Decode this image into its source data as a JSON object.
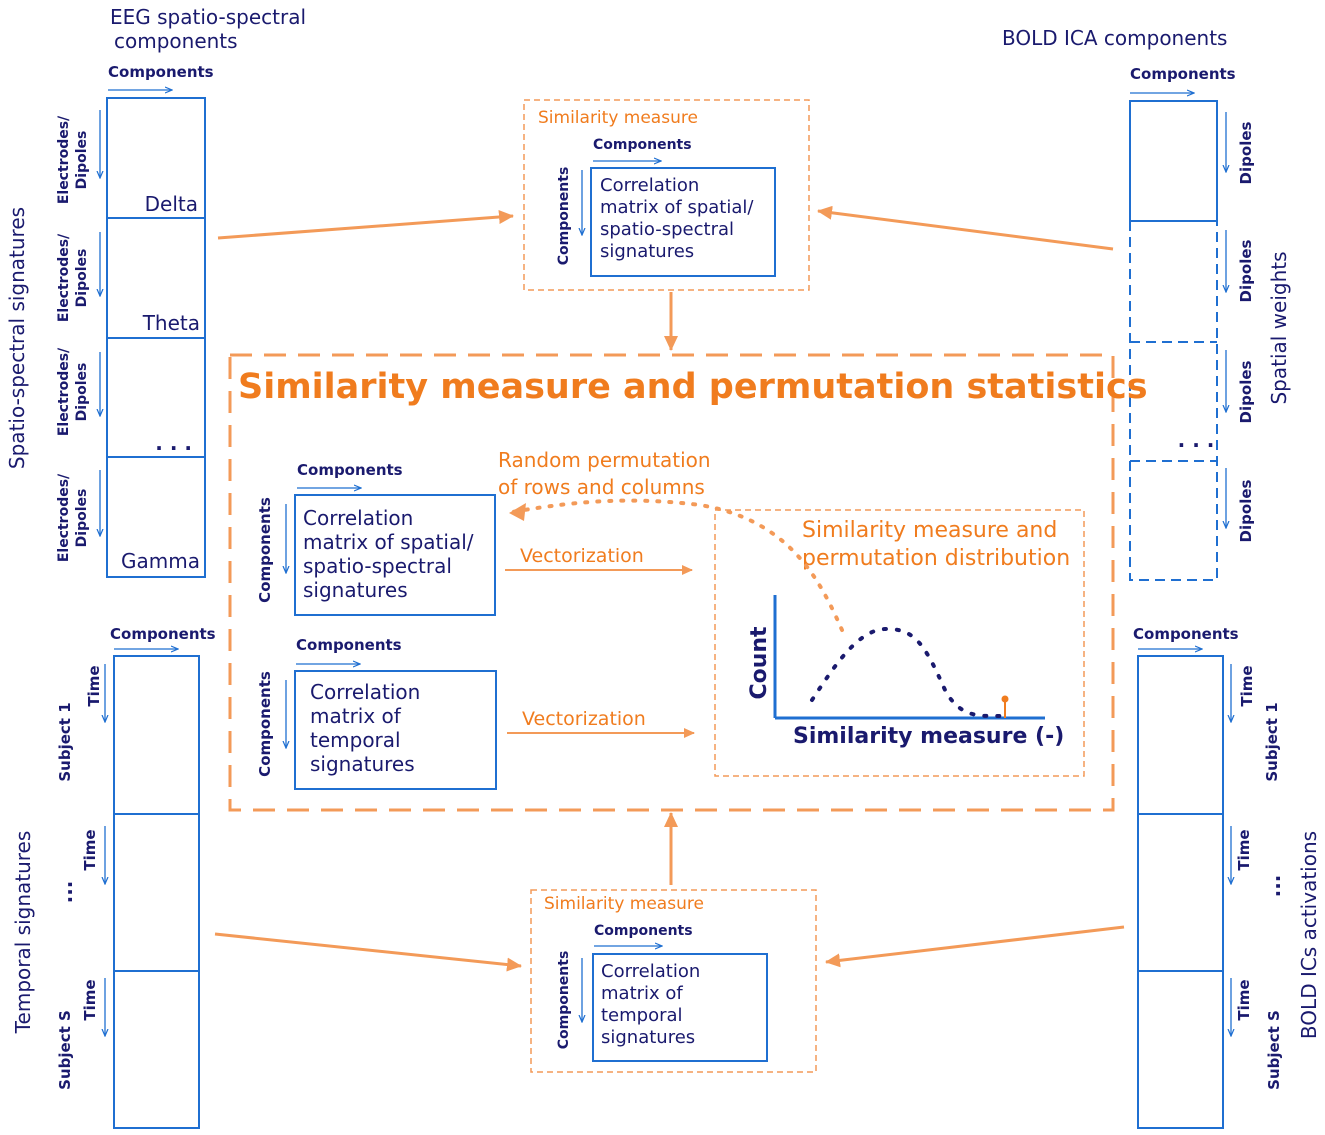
{
  "colors": {
    "navy": "#1a1a6e",
    "blue": "#1f6fd1",
    "orange": "#f07c1e",
    "light_orange": "#f39a58"
  },
  "left_eeg": {
    "title_line1": "EEG spatio-spectral",
    "title_line2": "components",
    "components_label": "Components",
    "side_label": "Spatio-spectral signatures",
    "row_axis_label_line1": "Electrodes/",
    "row_axis_label_line2": "Dipoles",
    "bands": [
      "Delta",
      "Theta",
      ". . .",
      "Gamma"
    ]
  },
  "left_temporal": {
    "components_label": "Components",
    "side_label": "Temporal signatures",
    "time_label": "Time",
    "subjects": [
      "Subject 1",
      "...",
      "Subject S"
    ]
  },
  "right_bold": {
    "title": "BOLD ICA components",
    "components_label": "Components",
    "side_label": "Spatial weights",
    "dipoles_label": "Dipoles",
    "ellipsis": ". . ."
  },
  "right_activations": {
    "components_label": "Components",
    "side_label": "BOLD ICs activations",
    "time_label": "Time",
    "subjects": [
      "Subject 1",
      "...",
      "Subject S"
    ]
  },
  "top_similarity": {
    "title": "Similarity measure",
    "components_label": "Components",
    "matrix_lines": [
      "Correlation",
      "matrix of  spatial/",
      "spatio-spectral",
      "signatures"
    ]
  },
  "bottom_similarity": {
    "title": "Similarity measure",
    "components_label": "Components",
    "matrix_lines": [
      "Correlation",
      "matrix of",
      "temporal",
      "signatures"
    ]
  },
  "central": {
    "title": "Similarity measure and permutation statistics",
    "permutation_label_line1": "Random permutation",
    "permutation_label_line2": "of rows and columns",
    "components_label": "Components",
    "spatial_matrix_lines": [
      "Correlation",
      "matrix of  spatial/",
      "spatio-spectral",
      "signatures"
    ],
    "temporal_matrix_lines": [
      "Correlation",
      "matrix of",
      "temporal",
      "signatures"
    ],
    "vectorization_label": "Vectorization",
    "distribution_title_line1": "Similarity measure and",
    "distribution_title_line2": "permutation distribution",
    "y_axis_label": "Count",
    "x_axis_label": "Similarity measure (-)"
  }
}
